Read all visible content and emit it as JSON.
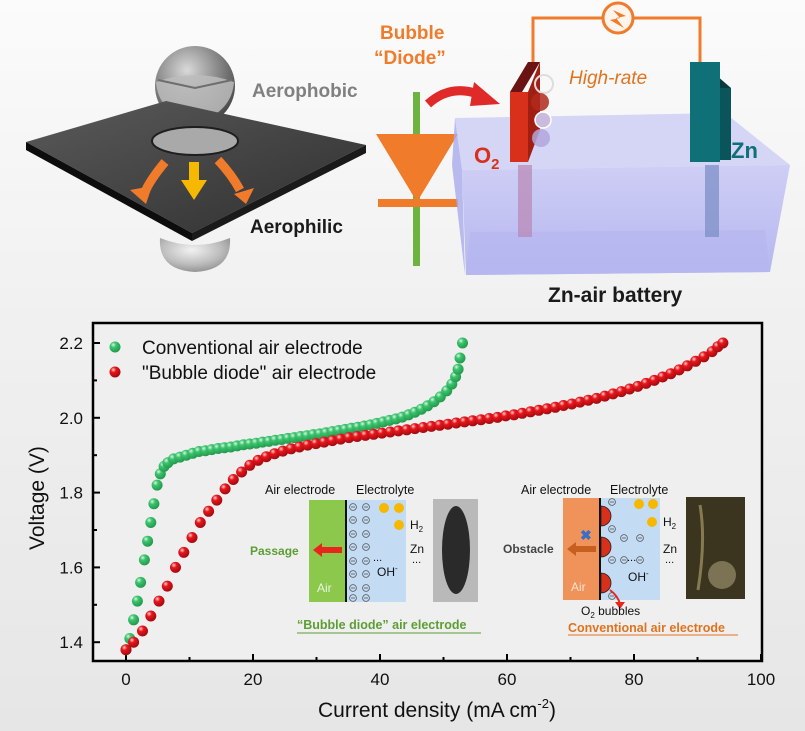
{
  "top": {
    "aerophobic_label": "Aerophobic",
    "aerophilic_label": "Aerophilic",
    "diode_label_line1": "Bubble",
    "diode_label_line2": "“Diode”",
    "high_rate_label": "High-rate",
    "o2_label": "O",
    "o2_sub": "2",
    "zn_label": "Zn",
    "battery_label": "Zn-air battery",
    "colors": {
      "orange": "#f07b2a",
      "green": "#6cb33f",
      "red": "#d9301c",
      "teal": "#0f7078",
      "tank": "#b8b8f2"
    }
  },
  "inset_left": {
    "air_electrode": "Air electrode",
    "electrolyte": "Electrolyte",
    "air": "Air",
    "h2": "H",
    "h2_sub": "2",
    "zn": "Zn",
    "oh": "OH",
    "oh_sup": "-",
    "dots": "...",
    "action": "Passage",
    "caption": "“Bubble diode” air electrode",
    "colors": {
      "electrode": "#8cc84b",
      "electrolyte": "#c3dcf4",
      "arrow": "#e8261c",
      "caption": "#5c9e33"
    }
  },
  "inset_right": {
    "air_electrode": "Air electrode",
    "electrolyte": "Electrolyte",
    "air": "Air",
    "h2": "H",
    "h2_sub": "2",
    "zn": "Zn",
    "oh": "OH",
    "oh_sup": "-",
    "dots": "...",
    "action": "Obstacle",
    "bubbles_label": "O",
    "bubbles_sub": "2",
    "bubbles_suffix": " bubbles",
    "caption": "Conventional air electrode",
    "colors": {
      "electrode": "#f0935a",
      "electrolyte": "#c3dcf4",
      "arrow": "#c7601f",
      "cross": "#3a6fc4",
      "caption": "#e0731f"
    }
  },
  "chart_data": {
    "type": "scatter",
    "title": "",
    "xlabel": "Current density (mA cm",
    "xlabel_sup": "-2",
    "xlabel_end": ")",
    "ylabel": "Voltage (V)",
    "xlim": [
      -5,
      100
    ],
    "ylim": [
      1.35,
      2.25
    ],
    "x_ticks": [
      0,
      20,
      40,
      60,
      80,
      100
    ],
    "x_tick_labels": [
      "0",
      "20",
      "40",
      "60",
      "80",
      "100"
    ],
    "y_ticks": [
      1.4,
      1.6,
      1.8,
      2.0,
      2.2
    ],
    "y_tick_labels": [
      "1.4",
      "1.6",
      "1.8",
      "2.0",
      "2.2"
    ],
    "grid": false,
    "legend_position": "top-left",
    "series": [
      {
        "name": "Conventional air electrode",
        "color": "#3cc46e",
        "points": [
          [
            0,
            1.38
          ],
          [
            0.6,
            1.41
          ],
          [
            1.2,
            1.46
          ],
          [
            1.8,
            1.51
          ],
          [
            2.3,
            1.56
          ],
          [
            2.9,
            1.62
          ],
          [
            3.4,
            1.67
          ],
          [
            3.9,
            1.72
          ],
          [
            4.4,
            1.77
          ],
          [
            4.9,
            1.82
          ],
          [
            5.4,
            1.85
          ],
          [
            6.0,
            1.87
          ],
          [
            6.6,
            1.88
          ],
          [
            7.5,
            1.89
          ],
          [
            8.5,
            1.895
          ],
          [
            9.5,
            1.9
          ],
          [
            10.5,
            1.905
          ],
          [
            11.5,
            1.91
          ],
          [
            12.5,
            1.912
          ],
          [
            13.5,
            1.915
          ],
          [
            14.5,
            1.918
          ],
          [
            15.5,
            1.92
          ],
          [
            16.5,
            1.922
          ],
          [
            17.5,
            1.925
          ],
          [
            18.5,
            1.928
          ],
          [
            19.5,
            1.93
          ],
          [
            20.5,
            1.932
          ],
          [
            21.5,
            1.935
          ],
          [
            22.5,
            1.937
          ],
          [
            23.5,
            1.94
          ],
          [
            24.5,
            1.942
          ],
          [
            25.5,
            1.945
          ],
          [
            26.5,
            1.947
          ],
          [
            27.5,
            1.95
          ],
          [
            28.5,
            1.952
          ],
          [
            29.5,
            1.955
          ],
          [
            30.5,
            1.957
          ],
          [
            31.5,
            1.96
          ],
          [
            32.5,
            1.963
          ],
          [
            33.5,
            1.966
          ],
          [
            34.5,
            1.969
          ],
          [
            35.5,
            1.972
          ],
          [
            36.5,
            1.975
          ],
          [
            37.5,
            1.978
          ],
          [
            38.5,
            1.981
          ],
          [
            39.5,
            1.985
          ],
          [
            40.5,
            1.989
          ],
          [
            41.5,
            1.993
          ],
          [
            42.5,
            1.997
          ],
          [
            43.5,
            2.002
          ],
          [
            44.5,
            2.008
          ],
          [
            45.5,
            2.015
          ],
          [
            46.5,
            2.023
          ],
          [
            47.5,
            2.032
          ],
          [
            48.5,
            2.043
          ],
          [
            49.5,
            2.056
          ],
          [
            50.5,
            2.072
          ],
          [
            51.3,
            2.09
          ],
          [
            51.9,
            2.11
          ],
          [
            52.3,
            2.13
          ],
          [
            52.6,
            2.16
          ],
          [
            53.0,
            2.2
          ]
        ]
      },
      {
        "name": "\"Bubble diode\" air electrode",
        "color": "#e8161c",
        "points": [
          [
            0,
            1.38
          ],
          [
            1.2,
            1.4
          ],
          [
            2.6,
            1.43
          ],
          [
            3.9,
            1.47
          ],
          [
            5.2,
            1.51
          ],
          [
            6.5,
            1.55
          ],
          [
            7.8,
            1.6
          ],
          [
            9.1,
            1.64
          ],
          [
            10.4,
            1.68
          ],
          [
            11.7,
            1.72
          ],
          [
            13.0,
            1.75
          ],
          [
            14.3,
            1.78
          ],
          [
            15.6,
            1.81
          ],
          [
            16.9,
            1.835
          ],
          [
            18.2,
            1.855
          ],
          [
            19.5,
            1.873
          ],
          [
            20.8,
            1.886
          ],
          [
            22.1,
            1.896
          ],
          [
            23.4,
            1.904
          ],
          [
            24.7,
            1.911
          ],
          [
            26.0,
            1.917
          ],
          [
            27.3,
            1.922
          ],
          [
            28.6,
            1.927
          ],
          [
            29.9,
            1.931
          ],
          [
            31.2,
            1.935
          ],
          [
            32.5,
            1.939
          ],
          [
            33.8,
            1.943
          ],
          [
            35.1,
            1.947
          ],
          [
            36.4,
            1.95
          ],
          [
            37.7,
            1.953
          ],
          [
            39.0,
            1.956
          ],
          [
            40.3,
            1.959
          ],
          [
            41.6,
            1.962
          ],
          [
            42.9,
            1.965
          ],
          [
            44.2,
            1.968
          ],
          [
            45.5,
            1.971
          ],
          [
            46.8,
            1.974
          ],
          [
            48.1,
            1.977
          ],
          [
            49.4,
            1.98
          ],
          [
            50.7,
            1.983
          ],
          [
            52.0,
            1.986
          ],
          [
            53.3,
            1.989
          ],
          [
            54.6,
            1.992
          ],
          [
            55.9,
            1.995
          ],
          [
            57.2,
            1.998
          ],
          [
            58.5,
            2.001
          ],
          [
            59.8,
            2.005
          ],
          [
            61.1,
            2.008
          ],
          [
            62.4,
            2.012
          ],
          [
            63.7,
            2.016
          ],
          [
            65.0,
            2.02
          ],
          [
            66.3,
            2.024
          ],
          [
            67.6,
            2.028
          ],
          [
            68.9,
            2.033
          ],
          [
            70.2,
            2.037
          ],
          [
            71.5,
            2.042
          ],
          [
            72.8,
            2.047
          ],
          [
            74.1,
            2.052
          ],
          [
            75.4,
            2.058
          ],
          [
            76.7,
            2.064
          ],
          [
            78.0,
            2.07
          ],
          [
            79.3,
            2.077
          ],
          [
            80.6,
            2.084
          ],
          [
            81.9,
            2.092
          ],
          [
            83.2,
            2.1
          ],
          [
            84.5,
            2.109
          ],
          [
            85.8,
            2.118
          ],
          [
            87.1,
            2.128
          ],
          [
            88.4,
            2.139
          ],
          [
            89.7,
            2.151
          ],
          [
            91.0,
            2.163
          ],
          [
            92.3,
            2.177
          ],
          [
            93.2,
            2.19
          ],
          [
            94.0,
            2.2
          ]
        ]
      }
    ]
  }
}
